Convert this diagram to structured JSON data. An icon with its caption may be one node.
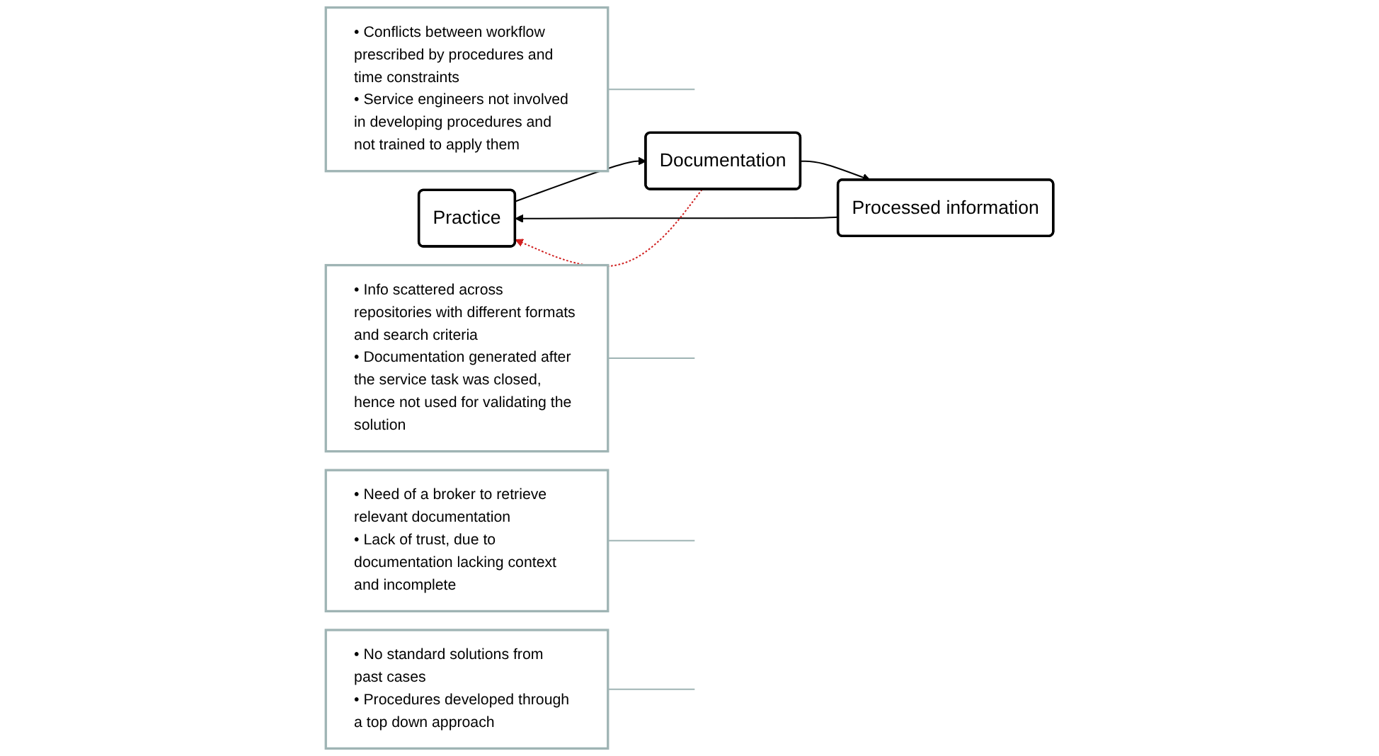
{
  "diagram": {
    "nodes": [
      {
        "text": [
          "Practice"
        ]
      },
      {
        "text": [
          "Documentation"
        ]
      },
      {
        "text": [
          "Processed information"
        ]
      },
      {
        "text": [
          "• Conflicts between workflow prescribed by procedures and time constraints",
          "• Service engineers not involved in developing procedures and not trained to apply them"
        ]
      },
      {
        "text": [
          "• Info scattered across repositories with different formats and search criteria",
          "• Documentation generated after the service task was closed, hence not used for validating the solution"
        ]
      },
      {
        "text": [
          "• Need of a broker to retrieve relevant documentation",
          "• Lack of trust, due to documentation lacking context and incomplete"
        ]
      },
      {
        "text": [
          "• No standard solutions from past cases",
          "• Procedures developed through a top down approach"
        ]
      }
    ],
    "edges": [
      {
        "from": 2,
        "to": 0,
        "arrow": "to",
        "color": "#000000"
      },
      {
        "from": 0,
        "to": 1,
        "arrow": "to",
        "color": "#000000"
      },
      {
        "from": 1,
        "to": 2,
        "arrow": "to",
        "color": "#000000"
      },
      {
        "from": 1,
        "to": 0,
        "arrow": "to",
        "style": "dashed",
        "color": "#d02020"
      },
      {
        "from": 3,
        "to": null,
        "arrow": "none",
        "color": "#9fb4b4"
      },
      {
        "from": 4,
        "to": null,
        "arrow": "none",
        "color": "#9fb4b4"
      },
      {
        "from": 5,
        "to": null,
        "arrow": "none",
        "color": "#9fb4b4"
      },
      {
        "from": 6,
        "to": null,
        "arrow": "none",
        "color": "#9fb4b4"
      }
    ]
  }
}
